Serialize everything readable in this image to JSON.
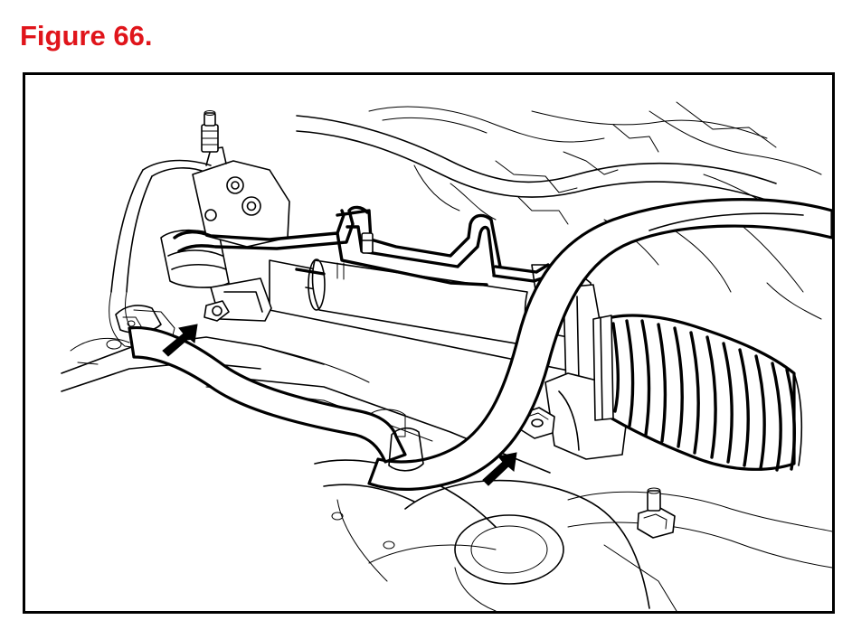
{
  "figure": {
    "title": "Figure 66."
  },
  "colors": {
    "title": "#e0151b",
    "line": "#000000",
    "background": "#ffffff"
  },
  "illustration": {
    "callout_arrows": [
      {
        "target": "rack-mounting-bolt-left"
      },
      {
        "target": "rack-mounting-bolt-right"
      }
    ]
  }
}
